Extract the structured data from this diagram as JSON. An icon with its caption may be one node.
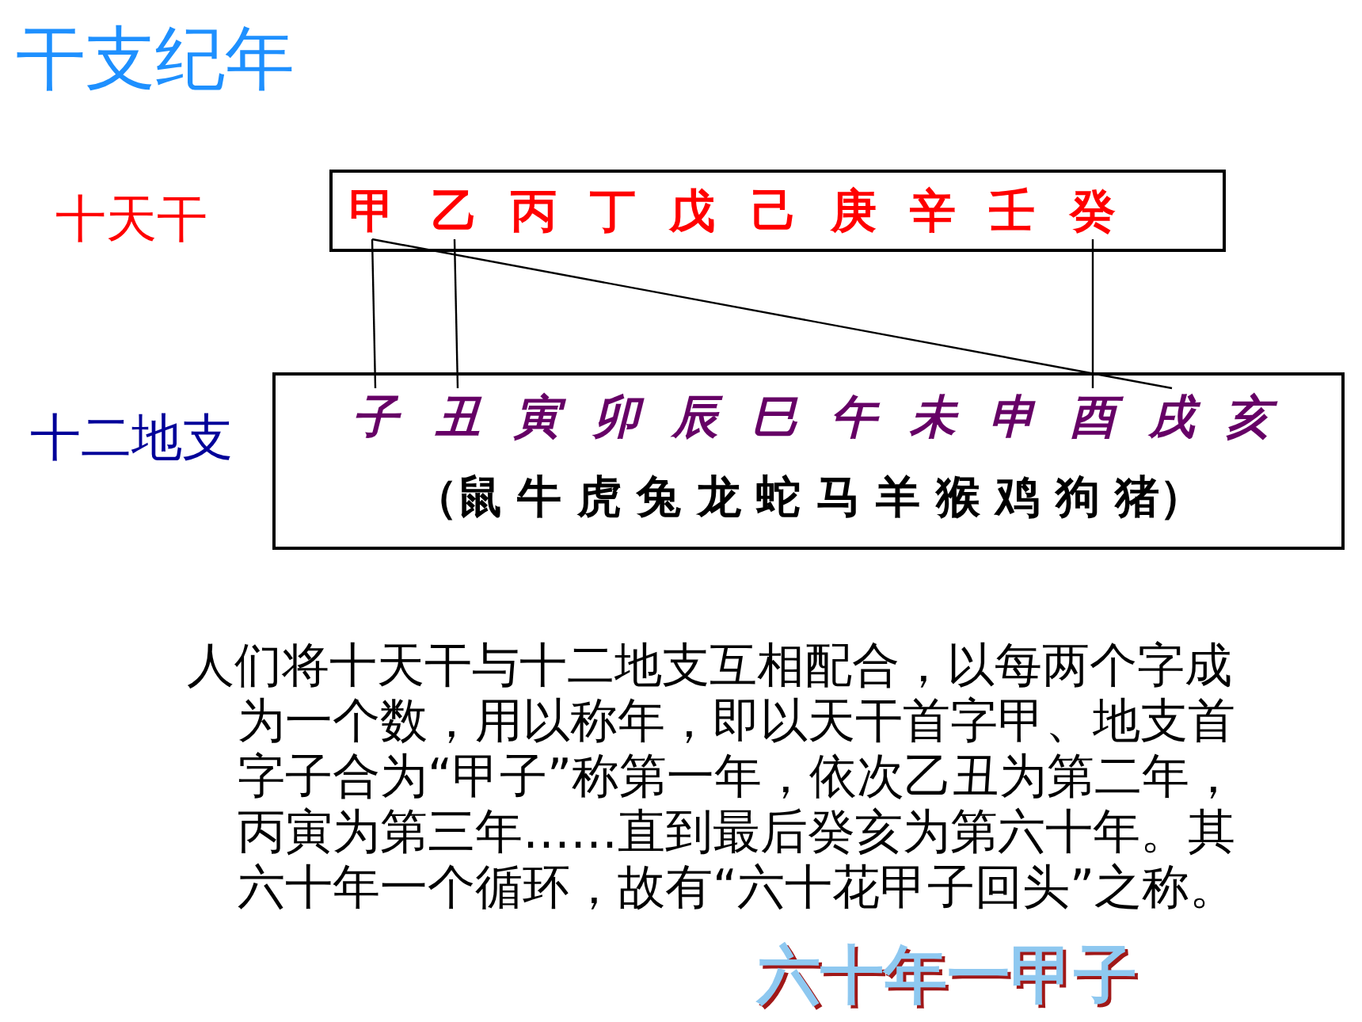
{
  "diagram": {
    "title": "干支纪年",
    "nodes": [
      {
        "text": [
          "十天干"
        ]
      },
      {
        "text": [
          "甲"
        ],
        "in": 0
      },
      {
        "text": [
          "乙"
        ],
        "in": 0
      },
      {
        "text": [
          "丙"
        ],
        "in": 0
      },
      {
        "text": [
          "丁"
        ],
        "in": 0
      },
      {
        "text": [
          "戊"
        ],
        "in": 0
      },
      {
        "text": [
          "己"
        ],
        "in": 0
      },
      {
        "text": [
          "庚"
        ],
        "in": 0
      },
      {
        "text": [
          "辛"
        ],
        "in": 0
      },
      {
        "text": [
          "壬"
        ],
        "in": 0
      },
      {
        "text": [
          "癸"
        ],
        "in": 0
      },
      {
        "text": [
          "十二地支",
          "（鼠 牛 虎 兔 龙 蛇 马 羊 猴 鸡 狗 猪）"
        ]
      },
      {
        "text": [
          "子"
        ],
        "in": 11
      },
      {
        "text": [
          "丑"
        ],
        "in": 11
      },
      {
        "text": [
          "寅"
        ],
        "in": 11
      },
      {
        "text": [
          "卯"
        ],
        "in": 11
      },
      {
        "text": [
          "辰"
        ],
        "in": 11
      },
      {
        "text": [
          "巳"
        ],
        "in": 11
      },
      {
        "text": [
          "午"
        ],
        "in": 11
      },
      {
        "text": [
          "未"
        ],
        "in": 11
      },
      {
        "text": [
          "申"
        ],
        "in": 11
      },
      {
        "text": [
          "酉"
        ],
        "in": 11
      },
      {
        "text": [
          "戌"
        ],
        "in": 11
      },
      {
        "text": [
          "亥"
        ],
        "in": 11
      }
    ],
    "edges": [
      {
        "from": 1,
        "to": 12,
        "arrow": "none"
      },
      {
        "from": 2,
        "to": 13,
        "arrow": "none"
      },
      {
        "from": 10,
        "to": 21,
        "arrow": "none"
      },
      {
        "from": 1,
        "to": 22,
        "arrow": "none"
      }
    ],
    "labels": [
      "人们将十天干与十二地支互相配合，以每两个字成为一个数，用以称年，即以天干首字甲、地支首字子合为“甲子”称第一年，依次乙丑为第二年，丙寅为第三年……直到最后癸亥为第六十年。其六十年一个循环，故有“六十花甲子回头”之称。",
      "六十年一甲子"
    ]
  }
}
